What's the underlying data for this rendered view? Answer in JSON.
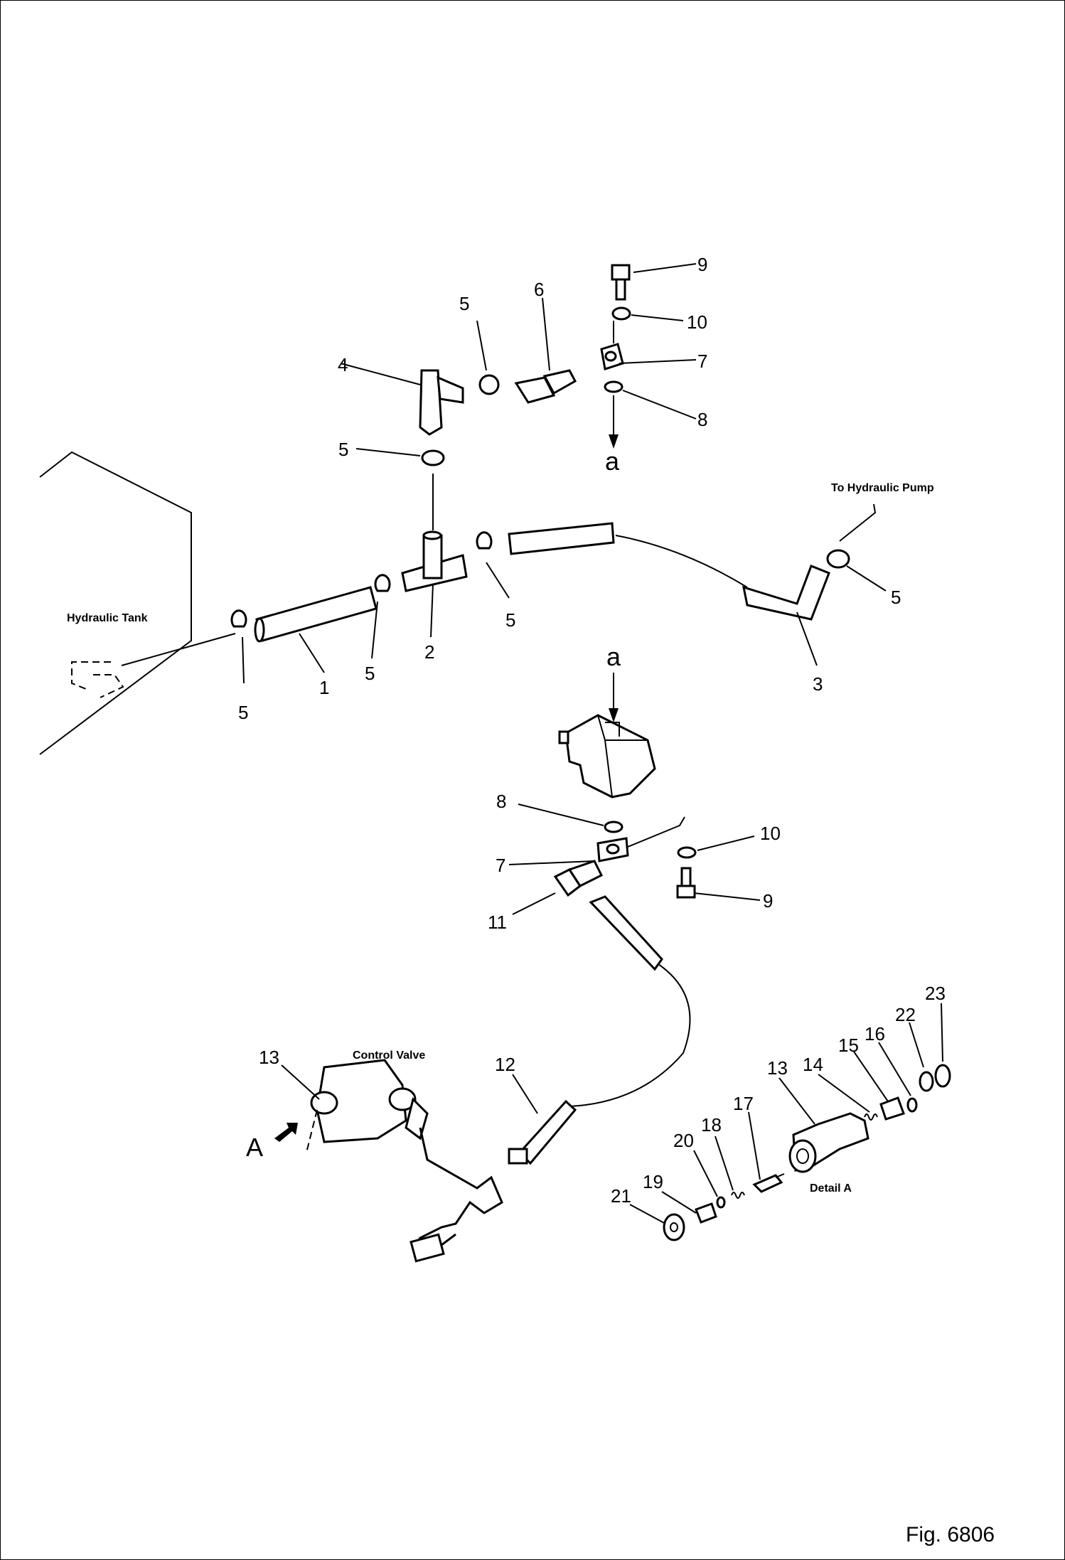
{
  "labels": {
    "hydraulic_tank": "Hydraulic Tank",
    "to_pump": "To Hydraulic Pump",
    "control_valve": "Control Valve",
    "detail_a": "Detail A",
    "view_a": "A",
    "marker_a_top": "a",
    "marker_a_bottom": "a"
  },
  "figure": "Fig. 6806",
  "callouts": [
    "1",
    "2",
    "3",
    "4",
    "5",
    "6",
    "7",
    "8",
    "9",
    "10",
    "11",
    "12",
    "13",
    "14",
    "15",
    "16",
    "17",
    "18",
    "19",
    "20",
    "21",
    "22",
    "23"
  ]
}
